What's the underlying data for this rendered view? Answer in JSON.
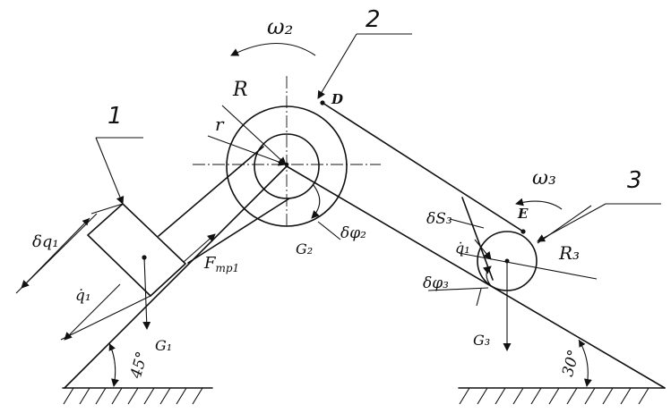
{
  "labels": {
    "body1": "1",
    "body2": "2",
    "body3": "3",
    "omega2": "ω₂",
    "omega3": "ω₃",
    "R": "R",
    "r": "r",
    "R3": "R₃",
    "D": "D",
    "E": "E",
    "dq1": "δq₁",
    "q1dot_left": "q̇₁",
    "q1dot_right": "q̇₁",
    "dS3": "δS₃",
    "dphi2": "δφ₂",
    "dphi3": "δφ₃",
    "Ftr": "F",
    "Ftr_sub": "тр1",
    "G1": "G₁",
    "G2": "G₂",
    "G3": "G₃",
    "angle_left": "45°",
    "angle_right": "30°"
  }
}
